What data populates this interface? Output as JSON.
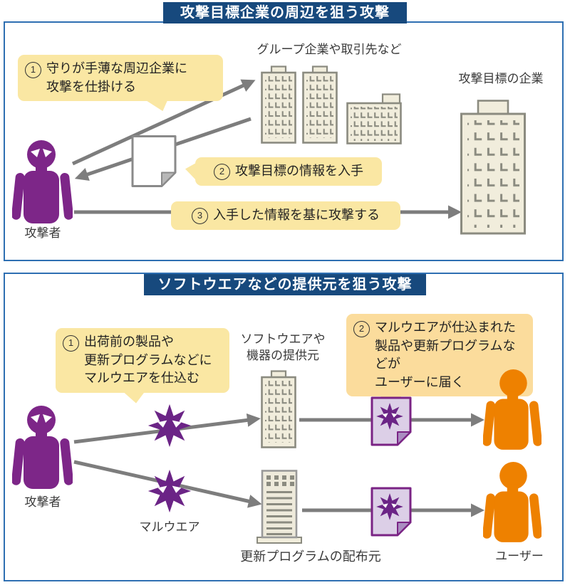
{
  "figure": {
    "type": "diagram",
    "topic": "supply-chain attack patterns"
  },
  "panel1": {
    "title": "攻撃目標企業の周辺を狙う攻撃",
    "callouts": {
      "c1": {
        "num": "1",
        "text": "守りが手薄な周辺企業に\n攻撃を仕掛ける"
      },
      "c2": {
        "num": "2",
        "text": "攻撃目標の情報を入手"
      },
      "c3": {
        "num": "3",
        "text": "入手した情報を基に攻撃する"
      }
    },
    "labels": {
      "group_companies": "グループ企業や取引先など",
      "target_company": "攻撃目標の企業",
      "attacker": "攻撃者"
    }
  },
  "panel2": {
    "title": "ソフトウエアなどの提供元を狙う攻撃",
    "callouts": {
      "c1": {
        "num": "1",
        "text": "出荷前の製品や\n更新プログラムなどに\nマルウエアを仕込む"
      },
      "c2": {
        "num": "2",
        "text": "マルウエアが仕込まれた\n製品や更新プログラムなどが\nユーザーに届く"
      }
    },
    "labels": {
      "software_provider": "ソフトウエアや\n機器の提供元",
      "update_distributor": "更新プログラムの配布元",
      "attacker": "攻撃者",
      "malware": "マルウエア",
      "user": "ユーザー"
    }
  },
  "icons": {
    "attacker": "purple-person-with-evil-eyes",
    "user": "orange-person-silhouette",
    "malware": "purple-eight-point-star-with-evil-eyes",
    "document": "white-page-folded-corner",
    "malware_document": "lavender-page-with-malware-star",
    "office_building": "cream-building-with-L-windows",
    "server_building": "cream-server-tower"
  },
  "colors": {
    "panel_border": "#2e6fb2",
    "title_bar_bg": "#17497d",
    "title_bar_text": "#ffffff",
    "callout_yellow": "#fae7a3",
    "callout_orange": "#fbdc9c",
    "attacker_purple": "#7d2688",
    "malware_purple": "#6b2486",
    "user_orange": "#ee8100",
    "arrow_gray": "#7d7d7d",
    "building_fill": "#f1eddc",
    "building_stroke": "#8b8b80"
  }
}
